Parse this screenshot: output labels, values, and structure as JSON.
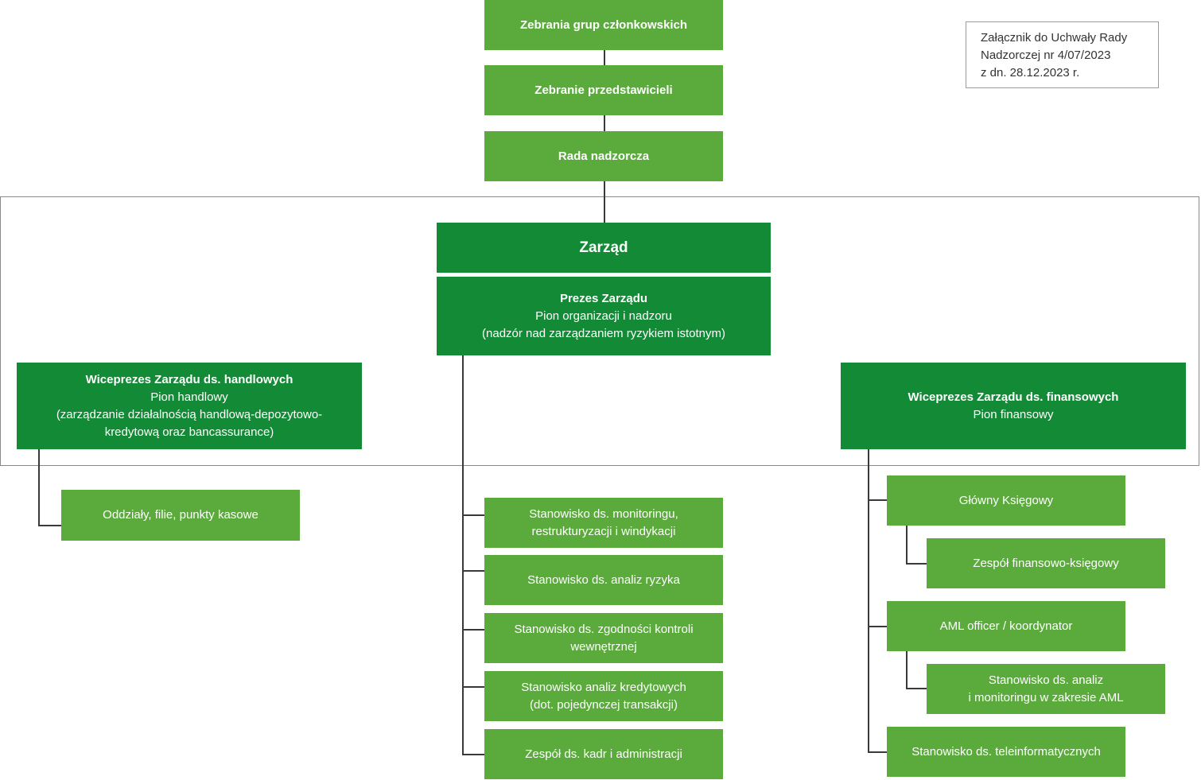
{
  "annex": {
    "line1": "Załącznik do Uchwały Rady",
    "line2": "Nadzorczej nr 4/07/2023",
    "line3": "z dn. 28.12.2023 r."
  },
  "top": {
    "members_meetings": "Zebrania grup członkowskich",
    "representatives_meeting": "Zebranie przedstawicieli",
    "supervisory_board": "Rada nadzorcza"
  },
  "board": {
    "title": "Zarząd",
    "president": {
      "title": "Prezes Zarządu",
      "line2": "Pion organizacji i nadzoru",
      "line3": "(nadzór nad zarządzaniem ryzykiem istotnym)"
    },
    "vp_commercial": {
      "title": "Wiceprezes Zarządu ds. handlowych",
      "line2": "Pion handlowy",
      "line3": "(zarządzanie działalnością handlową-depozytowo-",
      "line4": "kredytową oraz bancassurance)"
    },
    "vp_finance": {
      "title": "Wiceprezes Zarządu ds. finansowych",
      "line2": "Pion finansowy"
    }
  },
  "commercial_units": {
    "branches": "Oddziały, filie, punkty kasowe"
  },
  "president_units": {
    "monitoring_l1": "Stanowisko ds. monitoringu,",
    "monitoring_l2": "restrukturyzacji i windykacji",
    "risk": "Stanowisko ds. analiz ryzyka",
    "compliance_l1": "Stanowisko ds. zgodności kontroli",
    "compliance_l2": "wewnętrznej",
    "credit_l1": "Stanowisko analiz kredytowych",
    "credit_l2": "(dot. pojedynczej transakcji)",
    "hr": "Zespół ds. kadr i administracji"
  },
  "finance_units": {
    "chief_accountant": "Główny Księgowy",
    "accounting_team": "Zespół finansowo-księgowy",
    "aml_officer": "AML officer / koordynator",
    "aml_analysis_l1": "Stanowisko ds. analiz",
    "aml_analysis_l2": "i monitoringu w zakresie AML",
    "it": "Stanowisko ds. teleinformatycznych"
  },
  "colors": {
    "box_light": "#5aab3c",
    "box_dark": "#138a35",
    "connector": "#3a3a3a",
    "frame": "#8a8a8a"
  }
}
